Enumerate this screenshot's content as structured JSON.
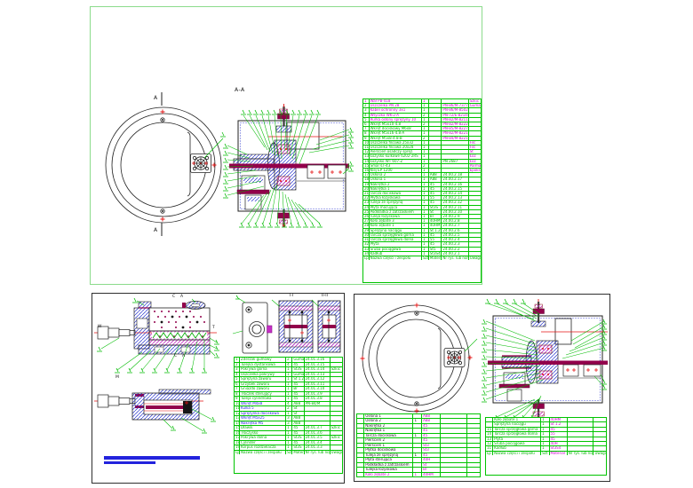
{
  "colors": {
    "green": "#00b400",
    "magenta": "#cc00cc",
    "black": "#161616",
    "blue": "#2323dd",
    "maroon": "#92004b",
    "red": "#e51111",
    "table_line": "#00c400",
    "leader": "#00bb00",
    "hatch_blue": "#2a35cf",
    "hatch_magenta": "#c52fc5",
    "sheet1_border": "#8bdb8b",
    "sheet_border": "#2f2f2f"
  },
  "sheet1": {
    "labels": {
      "section": "A-A",
      "cut_top": "A",
      "cut_bottom": "A"
    },
    "bom": {
      "cols": [
        5,
        45,
        6,
        11,
        23,
        10
      ],
      "rows": [
        {
          "c": [
            "1",
            "Wał PB-418",
            "1",
            "",
            "",
            "Szkic"
          ],
          "kc": [
            "m",
            "m",
            "m",
            "m",
            "m",
            "m"
          ]
        },
        {
          "c": [
            "2",
            "Uszczelka PN 28",
            "1",
            "",
            "PN-86/M-73771-1",
            "Guma"
          ],
          "kc": [
            "g",
            "m",
            "g",
            "g",
            "m",
            "m"
          ]
        },
        {
          "c": [
            "3",
            "Kabel ochronny 3x1",
            "1",
            "",
            "PN-86/M-85021",
            ""
          ],
          "kc": [
            "g",
            "m",
            "g",
            "g",
            "m",
            "g"
          ]
        },
        {
          "c": [
            "4",
            "Wtyczka WK-2-A",
            "2",
            "",
            "PN-72/E-82144",
            ""
          ],
          "kc": [
            "g",
            "m",
            "g",
            "g",
            "m",
            "g"
          ]
        },
        {
          "c": [
            "5",
            "Rurka osłony sprężyny 10",
            "1",
            "",
            "PN-82/M-82111",
            ""
          ],
          "kc": [
            "g",
            "m",
            "g",
            "g",
            "m",
            "g"
          ]
        },
        {
          "c": [
            "6",
            "Wkręt M5x10-4.8",
            "2",
            "",
            "PN-82/M-82225",
            ""
          ],
          "kc": [
            "g",
            "g",
            "g",
            "g",
            "m",
            "g"
          ]
        },
        {
          "c": [
            "7",
            "Wkręt dociskowy M6x8",
            "1",
            "",
            "PN-85/M-82275",
            ""
          ],
          "kc": [
            "g",
            "g",
            "g",
            "g",
            "m",
            "g"
          ]
        },
        {
          "c": [
            "8",
            "Wkręt M5x16-4.8-A",
            "1",
            "",
            "PN-82/M-82215",
            ""
          ],
          "kc": [
            "g",
            "g",
            "g",
            "g",
            "m",
            "g"
          ]
        },
        {
          "c": [
            "9",
            "Wkręt M5x8-4.8-B",
            "2",
            "",
            "PN-84/M-82218",
            ""
          ],
          "kc": [
            "g",
            "g",
            "g",
            "g",
            "m",
            "g"
          ]
        },
        {
          "c": [
            "10",
            "Uszczelka filcowa 25x32",
            "1",
            "",
            "",
            "Filc"
          ],
          "kc": [
            "g",
            "g",
            "g",
            "g",
            "g",
            "m"
          ]
        },
        {
          "c": [
            "11",
            "Uszczelka filcowa 20x28",
            "1",
            "",
            "",
            "Filc"
          ],
          "kc": [
            "g",
            "g",
            "g",
            "g",
            "g",
            "m"
          ]
        },
        {
          "c": [
            "12",
            "Pierścień osadczy spręż.",
            "1",
            "",
            "",
            "St"
          ],
          "kc": [
            "g",
            "g",
            "g",
            "g",
            "g",
            "m"
          ]
        },
        {
          "c": [
            "13",
            "Łożysko kulkowe 6202-2RS",
            "1",
            "",
            "",
            "Łoż"
          ],
          "kc": [
            "g",
            "g",
            "g",
            "g",
            "g",
            "m"
          ]
        },
        {
          "c": [
            "14",
            "Łożysko WT 607-Z",
            "1",
            "",
            "PN 2687",
            "Łoż"
          ],
          "kc": [
            "g",
            "g",
            "g",
            "g",
            "g",
            "m"
          ]
        },
        {
          "c": [
            "15",
            "Smar ŁT-43",
            "2",
            "",
            "",
            "Parma"
          ],
          "kc": [
            "g",
            "g",
            "g",
            "g",
            "g",
            "m"
          ]
        },
        {
          "c": [
            "16",
            "Klej EP 1200",
            "1",
            "",
            "",
            "Epoks"
          ],
          "kc": [
            "g",
            "g",
            "g",
            "g",
            "g",
            "m"
          ]
        },
        {
          "c": [
            "17",
            "Osłona 2",
            "1",
            "A88",
            "24.00.2.18",
            ""
          ]
        },
        {
          "c": [
            "18",
            "Osłona 1",
            "1",
            "A88",
            "24.00.2.17",
            ""
          ]
        },
        {
          "c": [
            "19",
            "Nakrętka 2",
            "1",
            "45",
            "24.00.2.16",
            ""
          ]
        },
        {
          "c": [
            "20",
            "Nakrętka 1",
            "1",
            "45",
            "24.00.2.15",
            ""
          ]
        },
        {
          "c": [
            "21",
            "Tarcza dociskowa",
            "1",
            "45",
            "24.00.2.14",
            ""
          ]
        },
        {
          "c": [
            "22",
            "Płytka łożyskowa",
            "1",
            "55",
            "24.00.2.13",
            ""
          ]
        },
        {
          "c": [
            "23",
            "Tuleja ze sprężyną",
            "1",
            "45",
            "24.00.2.12",
            ""
          ]
        },
        {
          "c": [
            "24",
            "Płyta mocująca",
            "1",
            "St3S",
            "24.00.2.11",
            ""
          ]
        },
        {
          "c": [
            "25",
            "Podkładka z zatrzaskiem",
            "1",
            "St",
            "24.00.2.10",
            ""
          ]
        },
        {
          "c": [
            "26",
            "Tuleja łożyskowa",
            "1",
            "Br",
            "24.00.2.9",
            ""
          ]
        },
        {
          "c": [
            "27",
            "Koło zębate 3",
            "1",
            "40HM",
            "24.00.2.8",
            ""
          ]
        },
        {
          "c": [
            "28",
            "Koło zębate 1",
            "1",
            "40HM",
            "24.00.2.7",
            ""
          ]
        },
        {
          "c": [
            "29",
            "Sprężyna naciągu",
            "1",
            "St 1.2",
            "24.00.2.6",
            ""
          ]
        },
        {
          "c": [
            "30",
            "Tarcza sprzęgłowa górna",
            "1",
            "45",
            "24.00.2.5",
            ""
          ]
        },
        {
          "c": [
            "31",
            "Tarcza sprzęgłowa dolna",
            "1",
            "55",
            "24.00.2.4",
            ""
          ]
        },
        {
          "c": [
            "32",
            "Płyta",
            "1",
            "45",
            "24.00.2.3",
            ""
          ]
        },
        {
          "c": [
            "33",
            "Śruba pociągowa",
            "1",
            "St5",
            "24.00.2.2",
            ""
          ]
        },
        {
          "c": [
            "34",
            "Kadłub",
            "1",
            "St3S4",
            "24.00.2.1",
            ""
          ]
        },
        {
          "c": [
            "Lp",
            "Nazwa części i zespołu",
            "Szt",
            "Materiał",
            "Nr rys. lub normy",
            "Uwagi"
          ]
        }
      ]
    }
  },
  "sheet2": {
    "labels": {
      "c_top": "C",
      "a_top": "A",
      "w": "W",
      "t": "T",
      "c_bottom": "C",
      "a_bottom": "A",
      "m": "M",
      "sec1": "I-I",
      "sec2": "II-II"
    },
    "bom": {
      "cols": [
        5,
        43,
        6,
        11,
        24,
        11
      ],
      "rows": [
        {
          "c": [
            "1",
            "Zderzak gumowy",
            "2",
            "Guma",
            "24.01.3.16",
            ""
          ]
        },
        {
          "c": [
            "2",
            "Tulejka dystansowa",
            "4",
            "45",
            "24.01.3.15",
            ""
          ]
        },
        {
          "c": [
            "3",
            "Pokrywa górna",
            "1",
            "St3S",
            "24.01.3.14",
            "Szkic"
          ]
        },
        {
          "c": [
            "4",
            "Uszczelka pokrywy",
            "1",
            "Guma",
            "24.01.3.13",
            ""
          ]
        },
        {
          "c": [
            "5",
            "Sprężyna zaworu",
            "1",
            "St 1.2",
            "24.01.3.12",
            ""
          ]
        },
        {
          "c": [
            "6",
            "Grzybek zaworu",
            "1",
            "45",
            "24.01.3.11",
            ""
          ]
        },
        {
          "c": [
            "7",
            "Gniazdo zaworu",
            "1",
            "Br",
            "24.01.3.10",
            ""
          ]
        },
        {
          "c": [
            "8",
            "Tłoczek sterujący",
            "1",
            "45",
            "24.01.3.9",
            ""
          ]
        },
        {
          "c": [
            "9",
            "Tuleja cylindrowa",
            "1",
            "45",
            "24.01.3.8",
            ""
          ]
        },
        {
          "c": [
            "10",
            "Wkręt M4x8",
            "4",
            "A88",
            "PN-84/M",
            ""
          ],
          "kc": [
            "g",
            "b",
            "g",
            "g",
            "g",
            "g"
          ]
        },
        {
          "c": [
            "11",
            "Kulka 5",
            "2",
            "St",
            "",
            ""
          ],
          "kc": [
            "g",
            "b",
            "g",
            "g",
            "g",
            "g"
          ]
        },
        {
          "c": [
            "12",
            "Sprężynka dociskowa",
            "1",
            "St",
            "",
            ""
          ],
          "kc": [
            "g",
            "b",
            "g",
            "g",
            "g",
            "g"
          ]
        },
        {
          "c": [
            "13",
            "Wkręt M5x25",
            "3",
            "A88",
            "",
            ""
          ],
          "kc": [
            "g",
            "b",
            "g",
            "g",
            "g",
            "g"
          ]
        },
        {
          "c": [
            "14",
            "Nakrętka M5",
            "3",
            "A88",
            "",
            ""
          ],
          "kc": [
            "g",
            "b",
            "g",
            "g",
            "g",
            "g"
          ]
        },
        {
          "c": [
            "15",
            "Dławik",
            "1",
            "45",
            "24.01.3.7",
            "Szkic"
          ]
        },
        {
          "c": [
            "16",
            "Tłoczysko",
            "1",
            "45",
            "24.01.3.6",
            ""
          ]
        },
        {
          "c": [
            "17",
            "Pokrywa dolna",
            "1",
            "St3S",
            "24.01.3.5",
            "Szkic"
          ]
        },
        {
          "c": [
            "18",
            "Cylinder",
            "1",
            "45",
            "24.01.3.4",
            ""
          ]
        },
        {
          "c": [
            "19",
            "Korpus rozdzielacza",
            "1",
            "St3S",
            "24.01.3.3",
            ""
          ]
        },
        {
          "c": [
            "Lp",
            "Nazwa części i zespołu",
            "Szt",
            "Materiał",
            "Nr rys. lub normy",
            "Uwagi"
          ]
        }
      ]
    }
  },
  "sheet3": {
    "bom_left": {
      "cols": [
        6,
        40,
        7,
        15,
        22,
        10
      ],
      "col_colors": {
        "0": "k",
        "1": "k",
        "2": "k",
        "3": "m"
      },
      "rows": [
        {
          "c": [
            "",
            "Osłona 1",
            "",
            "A88",
            "",
            ""
          ]
        },
        {
          "c": [
            "",
            "Osłona 2",
            "1",
            "A88",
            "",
            ""
          ]
        },
        {
          "c": [
            "",
            "Nakrętka 2",
            "",
            "45",
            "",
            ""
          ]
        },
        {
          "c": [
            "",
            "Nakrętka 1",
            "",
            "45",
            "",
            ""
          ]
        },
        {
          "c": [
            "",
            "Tarcza dociskowa",
            "1",
            "45",
            "",
            ""
          ]
        },
        {
          "c": [
            "",
            "Pierścień 2",
            "",
            "45",
            "",
            ""
          ]
        },
        {
          "c": [
            "",
            "Pierścień 1",
            "",
            "St3",
            "",
            ""
          ]
        },
        {
          "c": [
            "",
            "Płytka dociskowa",
            "",
            "St3",
            "",
            ""
          ]
        },
        {
          "c": [
            "",
            "Tuleja ze sprężyną",
            "1",
            "45",
            "",
            ""
          ]
        },
        {
          "c": [
            "",
            "Płyta sterująca",
            "",
            "40H",
            "",
            ""
          ]
        },
        {
          "c": [
            "",
            "Podkładka z zatrzaskiem",
            "",
            "St",
            "",
            ""
          ]
        },
        {
          "c": [
            "",
            "Tulejka łożyskowa",
            "",
            "Br",
            "",
            ""
          ]
        },
        {
          "c": [
            "",
            "Koło zębate 2",
            "1",
            "40HM",
            "",
            ""
          ],
          "kc": [
            "m",
            "m",
            "m",
            "m",
            "m",
            "m"
          ]
        }
      ]
    },
    "bom_right": {
      "cols": [
        6,
        40,
        7,
        15,
        22,
        10
      ],
      "col_colors": {
        "3": "m"
      },
      "rows": [
        {
          "c": [
            "",
            "Koło zębate 1",
            "1",
            "40HM",
            "",
            ""
          ]
        },
        {
          "c": [
            "",
            "Sprężyna naciągu",
            "1",
            "St 1.2",
            "",
            ""
          ]
        },
        {
          "c": [
            "15",
            "Tarcza sprzęgłowa górna",
            "1",
            "45",
            "",
            ""
          ]
        },
        {
          "c": [
            "14",
            "Tarcza sprzęgłowa dolna",
            "1",
            "55",
            "",
            ""
          ]
        },
        {
          "c": [
            "13",
            "Płyta",
            "1",
            "45",
            "",
            ""
          ]
        },
        {
          "c": [
            "12",
            "Śruba pociągowa",
            "1",
            "40H",
            "",
            ""
          ]
        },
        {
          "c": [
            "11",
            "Kadłub",
            "1",
            "St3S4",
            "",
            ""
          ]
        },
        {
          "c": [
            "Lp",
            "Nazwa części i zespołu",
            "Szt",
            "Materiał",
            "Nr rys. lub normy",
            "Uwagi"
          ]
        }
      ]
    }
  }
}
